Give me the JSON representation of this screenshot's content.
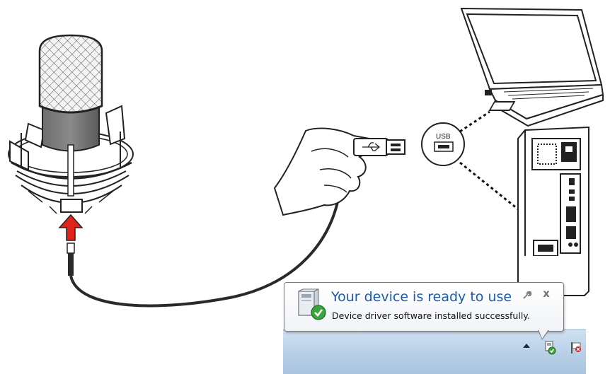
{
  "usb_port_label": "USB",
  "notification": {
    "title": "Your device is ready to use",
    "body": "Device driver software installed successfully.",
    "close_glyph": "x",
    "options_icon": "wrench-icon",
    "device_icon": "usb-device-check-icon"
  },
  "taskbar": {
    "show_hidden_icons": "up-arrow-icon",
    "tray_icons": [
      "usb-device-check-icon",
      "action-center-flag-icon"
    ]
  },
  "colors": {
    "title_blue": "#1e5aa8",
    "arrow_red": "#e0241b",
    "check_green": "#3aa53a",
    "taskbar_blue": "#b7cfe6"
  }
}
